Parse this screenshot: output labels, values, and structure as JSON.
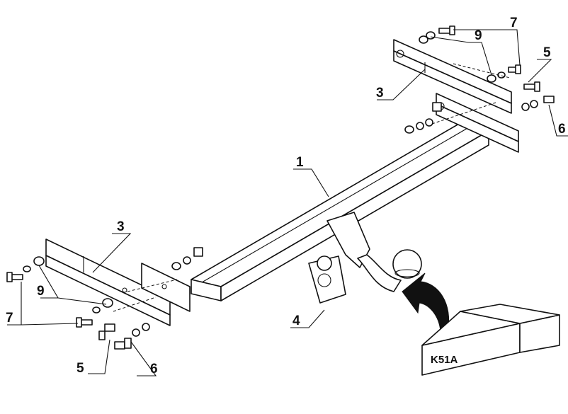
{
  "diagram": {
    "labels": {
      "crossbar": "1",
      "side_bracket_left": "3",
      "side_bracket_right": "3",
      "ball_mount": "4",
      "nut_left": "5",
      "nut_right": "5",
      "bolt_left": "6",
      "bolt_right": "6",
      "screw_left": "7",
      "screw_right": "7",
      "washer_left": "9",
      "washer_right": "9"
    },
    "kit_box_label": "K51A"
  }
}
